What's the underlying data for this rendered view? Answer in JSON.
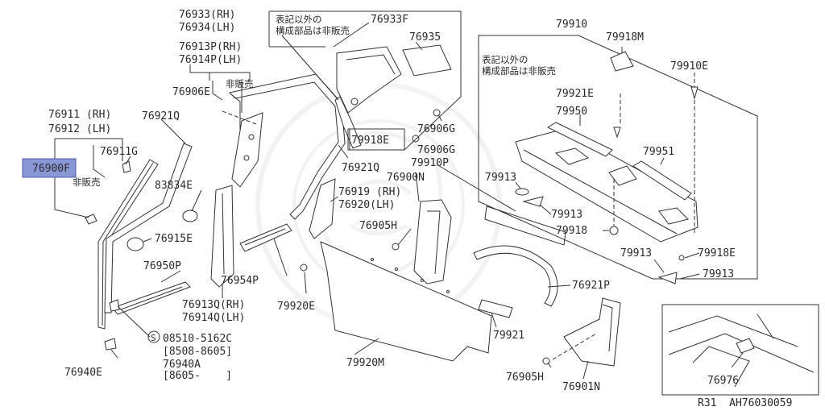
{
  "labels": {
    "p76933": "76933(RH)",
    "p76934": "76934(LH)",
    "p76913P": "76913P(RH)",
    "p76914P": "76914P(LH)",
    "p76906E": "76906E",
    "p76911": "76911 (RH)",
    "p76912": "76912 (LH)",
    "p76921Q_a": "76921Q",
    "p76911G": "76911G",
    "p76900F": "76900F",
    "p83834E": "83834E",
    "p76915E": "76915E",
    "p76950P": "76950P",
    "p08510": "08510-5162C",
    "p08510_range": "[8508-8605]",
    "p76940A": "76940A",
    "p76940A_range": "[8605-    ]",
    "p76940E": "76940E",
    "p76954P": "76954P",
    "p76913Q": "76913Q(RH)",
    "p76914Q": "76914Q(LH)",
    "p79920E": "79920E",
    "p76921Q_b": "76921Q",
    "p76933F": "76933F",
    "p76935": "76935",
    "p76906G_a": "76906G",
    "p76906G_b": "76906G",
    "p79918E_a": "79918E",
    "p79910P": "79910P",
    "p76900N": "76900N",
    "p76919": "76919 (RH)",
    "p76920": "76920(LH)",
    "p76905H_a": "76905H",
    "p79920M": "79920M",
    "p79921": "79921",
    "p76921P": "76921P",
    "p76905H_b": "76905H",
    "p76901N": "76901N",
    "p79910": "79910",
    "p79918M": "79918M",
    "p79910E": "79910E",
    "p79921E": "79921E",
    "p79950": "79950",
    "p79951": "79951",
    "p79913_a": "79913",
    "p79913_b": "79913",
    "p79918": "79918",
    "p79913_c": "79913",
    "p79918E_b": "79918E",
    "p79913_d": "79913",
    "p76976": "76976",
    "footer": "R31  AH76030059"
  },
  "notes": {
    "not_sold_a": "非販売",
    "not_sold_b": "非販売",
    "box_note_1": "表記以外の",
    "box_note_2": "構成部品は非販売",
    "shelf_note_1": "表記以外の",
    "shelf_note_2": "構成部品は非販売"
  },
  "circled_symbol": "S",
  "colors": {
    "highlight_fill": "#8a97d6",
    "line": "#333333",
    "watermark": "#dcdcdc"
  }
}
